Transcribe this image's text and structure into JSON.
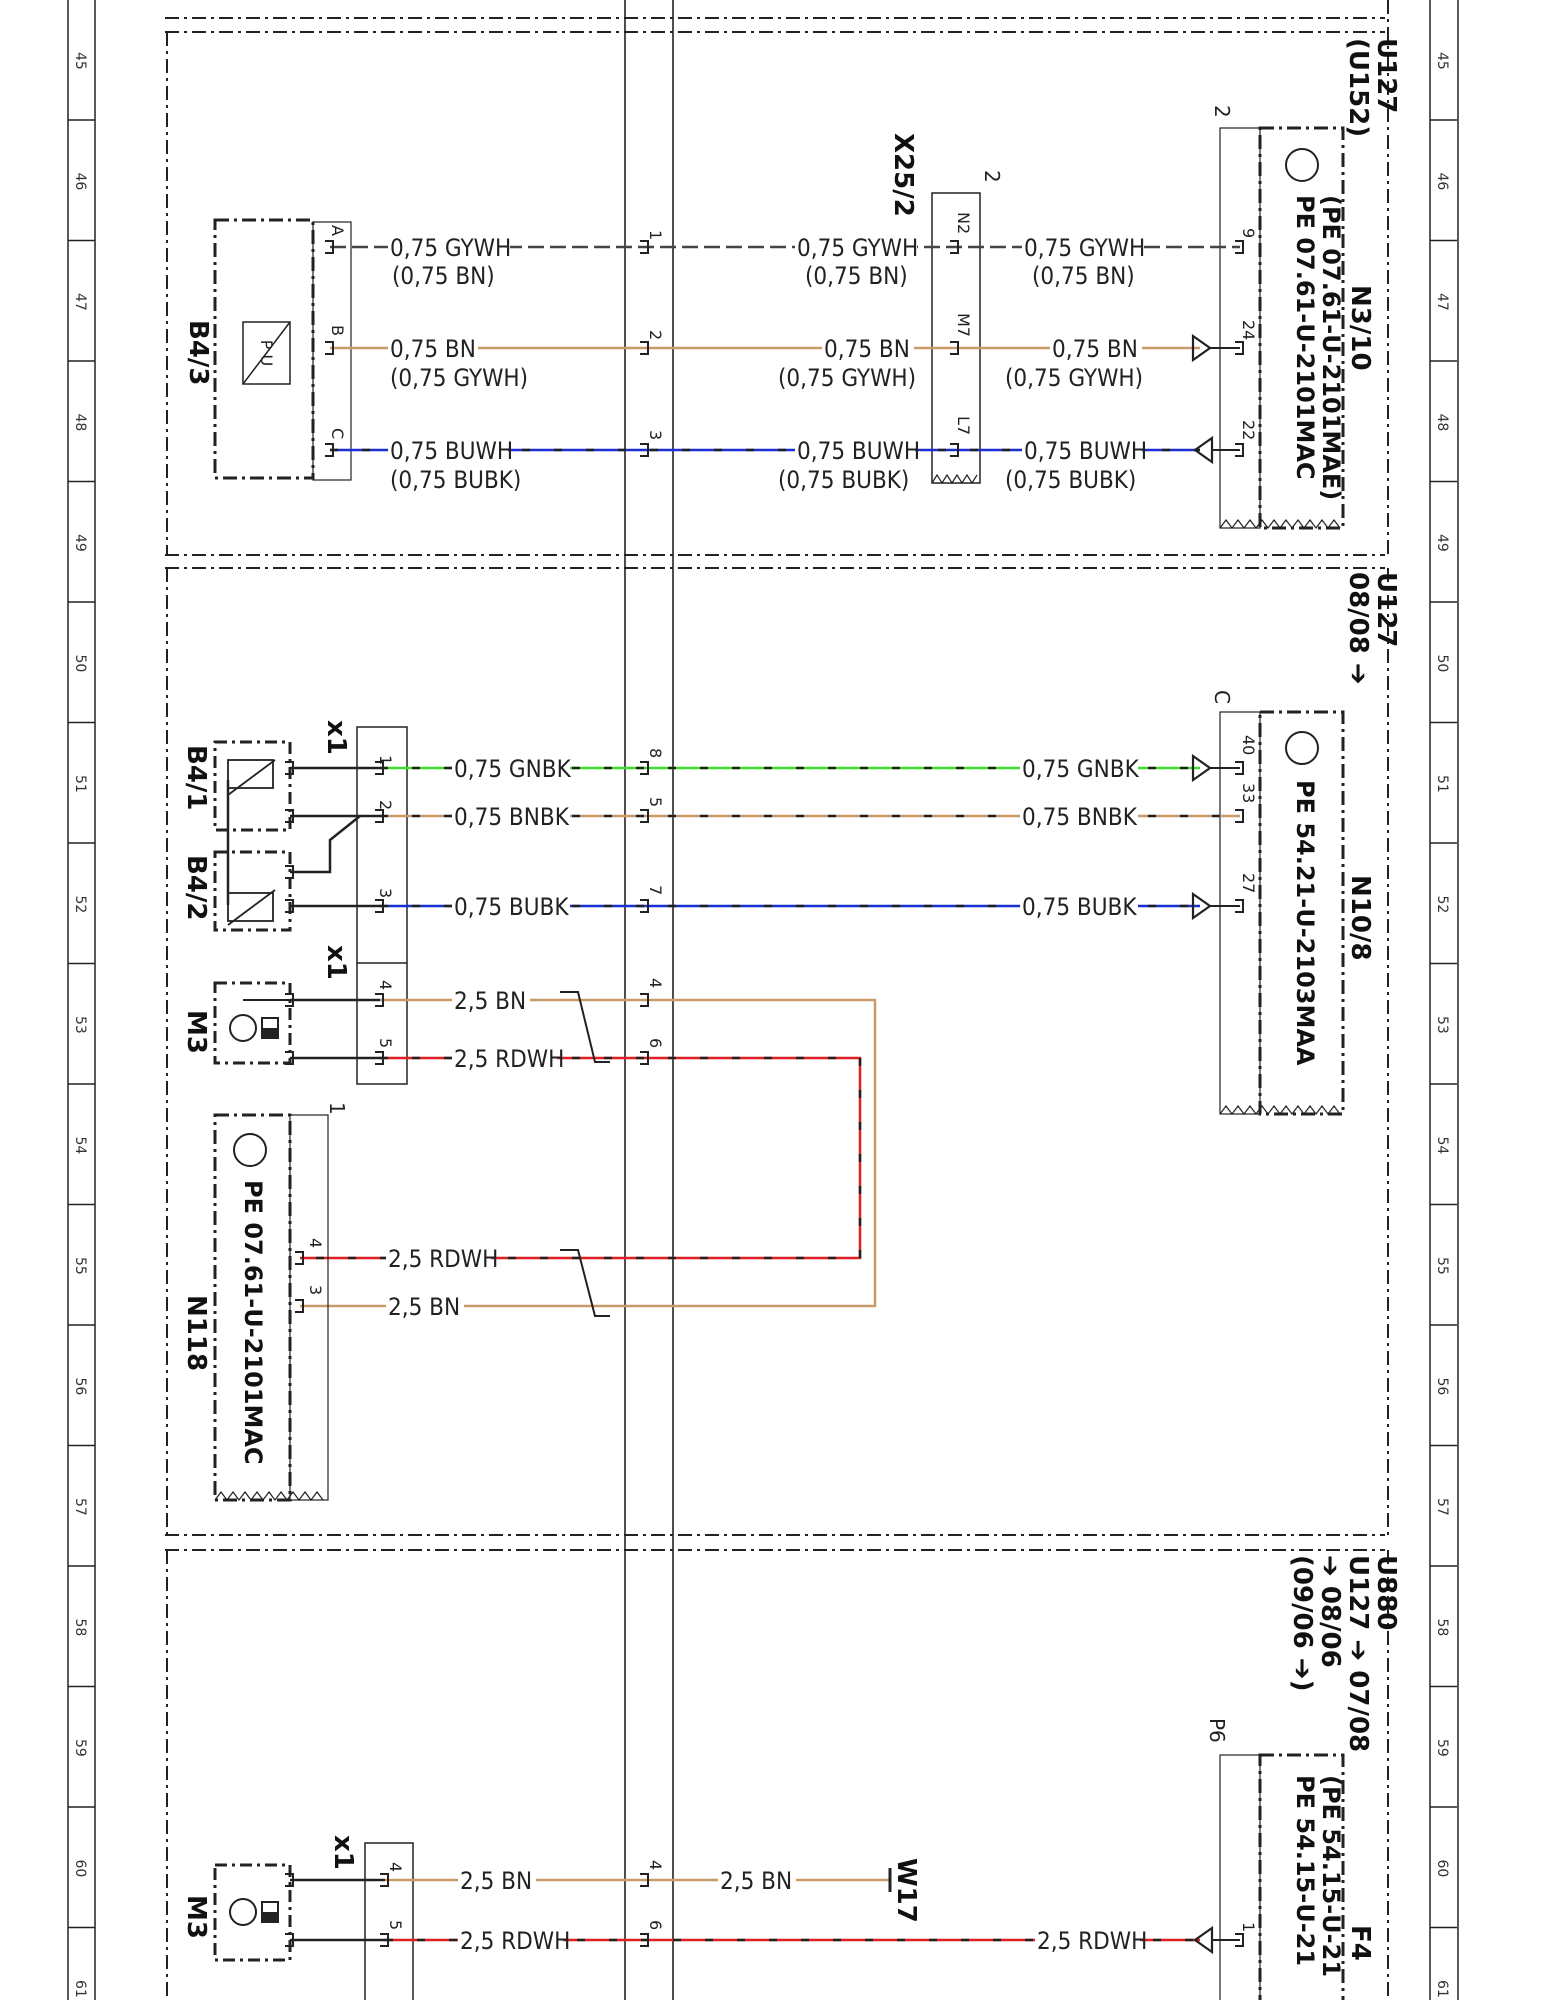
{
  "colors": {
    "GY": "#777777",
    "WH": "#ffffff",
    "BN": "#c89a6a",
    "BU": "#1a2fcf",
    "BK": "#111111",
    "GN": "#3ddc2e",
    "RD": "#e02020"
  },
  "rulers": {
    "left": [
      "45",
      "46",
      "47",
      "48",
      "49",
      "50",
      "51",
      "52",
      "53",
      "54",
      "55",
      "56",
      "57",
      "58",
      "59",
      "60",
      "61"
    ],
    "right": [
      "45",
      "46",
      "47",
      "48",
      "49",
      "50",
      "51",
      "52",
      "53",
      "54",
      "55",
      "56",
      "57",
      "58",
      "59",
      "60",
      "61"
    ]
  },
  "sections": {
    "s1": {
      "variant": [
        "U127",
        "(U152)"
      ]
    },
    "s2": {
      "variant": [
        "U127",
        "08/08 ➔"
      ]
    },
    "s3": {
      "variant": [
        "U880",
        "U127 ➔ 07/08",
        "➔ 08/06",
        "(09/06 ➔)"
      ]
    }
  },
  "components": {
    "B4_3": {
      "label": "B4/3",
      "pins": [
        "A",
        "B",
        "C"
      ],
      "symbol": "P U"
    },
    "X25_2": {
      "label": "X25/2",
      "sup": "2",
      "pins": [
        "N2",
        "M7",
        "L7"
      ]
    },
    "N3_10": {
      "label": "N3/10",
      "sup": "2",
      "refs": [
        "PE 07.61-U-2101MAC",
        "(PE 07.61-U-2101MAE)"
      ],
      "pins": [
        "9",
        "24",
        "22"
      ]
    },
    "B4_1": {
      "label": "B4/1"
    },
    "B4_2": {
      "label": "B4/2"
    },
    "X1a": {
      "label": "x1",
      "pins": [
        "1",
        "2",
        "3"
      ]
    },
    "X1b": {
      "label": "x1",
      "pins": [
        "4",
        "5"
      ]
    },
    "M3a": {
      "label": "M3"
    },
    "N10_8": {
      "label": "N10/8",
      "sup": "C",
      "refs": [
        "PE 54.21-U-2103MAA"
      ],
      "pins": [
        "40",
        "33",
        "27"
      ]
    },
    "N118": {
      "label": "N118",
      "sup": "1",
      "refs": [
        "PE 07.61-U-2101MAC"
      ],
      "pins": [
        "4",
        "3"
      ]
    },
    "X1c": {
      "label": "x1",
      "pins": [
        "4",
        "5"
      ]
    },
    "M3b": {
      "label": "M3"
    },
    "W17": {
      "label": "W17"
    },
    "F4": {
      "label": "F4",
      "sup": "P6",
      "refs": [
        "PE 54.15-U-21",
        "(PE 54.15-U-21"
      ],
      "pins": [
        "1"
      ]
    }
  },
  "wires": {
    "w1": {
      "left": "0,75 GYWH",
      "left2": "(0,75 BN)",
      "mid": "0,75 GYWH",
      "mid2": "(0,75 BN)",
      "right": "0,75 GYWH",
      "right2": "(0,75 BN)",
      "pin": "1"
    },
    "w2": {
      "left": "0,75 BN",
      "left2": "(0,75 GYWH)",
      "mid": "0,75 BN",
      "mid2": "(0,75 GYWH)",
      "right": "0,75 BN",
      "right2": "(0,75 GYWH)",
      "pin": "2"
    },
    "w3": {
      "left": "0,75 BUWH",
      "left2": "(0,75 BUBK)",
      "mid": "0,75 BUWH",
      "mid2": "(0,75 BUBK)",
      "right": "0,75 BUWH",
      "right2": "(0,75 BUBK)",
      "pin": "3"
    },
    "w4": {
      "left": "0,75 GNBK",
      "right": "0,75 GNBK",
      "pin": "8"
    },
    "w5": {
      "left": "0,75 BNBK",
      "right": "0,75 BNBK",
      "pin": "5"
    },
    "w6": {
      "left": "0,75 BUBK",
      "right": "0,75 BUBK",
      "pin": "7"
    },
    "w7": {
      "left": "2,5 BN",
      "pin": "4"
    },
    "w8": {
      "left": "2,5 RDWH",
      "pin": "6"
    },
    "w9": {
      "left": "2,5 RDWH"
    },
    "w10": {
      "left": "2,5 BN"
    },
    "w11": {
      "left": "2,5 BN",
      "mid": "2,5 BN",
      "pin": "4"
    },
    "w12": {
      "left": "2,5 RDWH",
      "right": "2,5 RDWH",
      "pin": "6"
    }
  }
}
